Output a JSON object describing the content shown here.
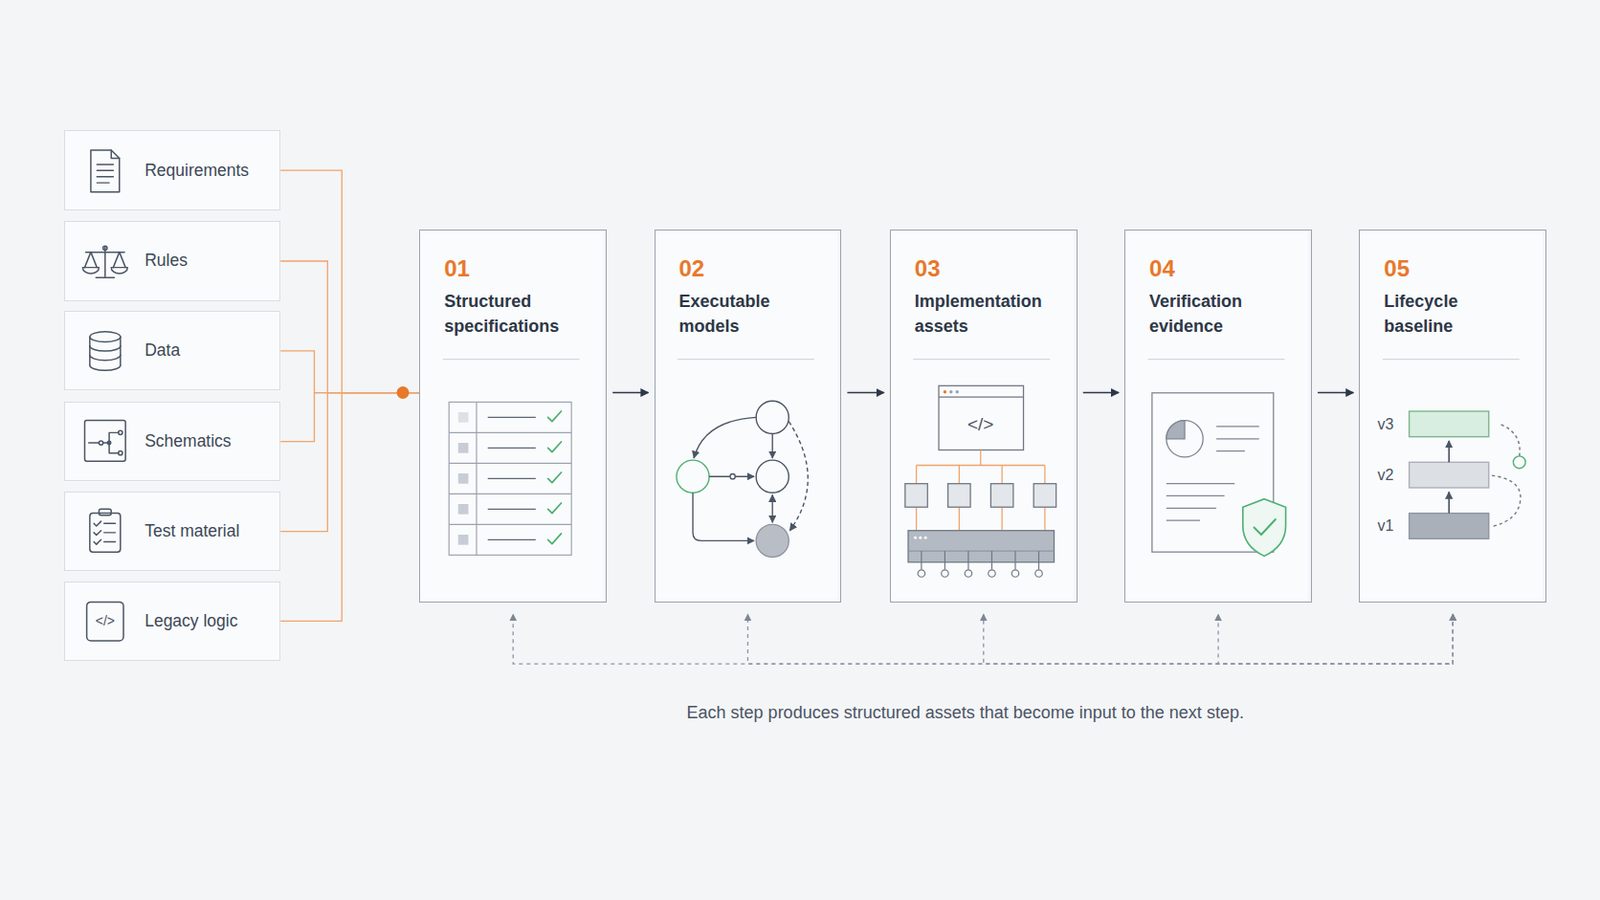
{
  "diagram": {
    "caption": "Each step produces structured assets that become input to the next step.",
    "nodes": [
      {
        "text": [
          "Requirements"
        ]
      },
      {
        "text": [
          "Rules"
        ]
      },
      {
        "text": [
          "Data"
        ]
      },
      {
        "text": [
          "Schematics"
        ]
      },
      {
        "text": [
          "Test material"
        ]
      },
      {
        "text": [
          "Legacy logic"
        ]
      },
      {
        "text": [
          "01",
          "Structured specifications"
        ]
      },
      {
        "text": [
          "02",
          "Executable models"
        ]
      },
      {
        "text": [
          "03",
          "Implementation assets"
        ]
      },
      {
        "text": [
          "04",
          "Verification evidence"
        ]
      },
      {
        "text": [
          "05",
          "Lifecycle baseline"
        ]
      }
    ],
    "edges": [
      {
        "from": 0,
        "to": 6,
        "arrow": "none"
      },
      {
        "from": 1,
        "to": 6,
        "arrow": "none"
      },
      {
        "from": 2,
        "to": 6,
        "arrow": "none"
      },
      {
        "from": 3,
        "to": 6,
        "arrow": "none"
      },
      {
        "from": 4,
        "to": 6,
        "arrow": "none"
      },
      {
        "from": 5,
        "to": 6,
        "arrow": "none"
      },
      {
        "from": 6,
        "to": 7,
        "arrow": "to"
      },
      {
        "from": 7,
        "to": 8,
        "arrow": "to"
      },
      {
        "from": 8,
        "to": 9,
        "arrow": "to"
      },
      {
        "from": 9,
        "to": 10,
        "arrow": "to"
      },
      {
        "from": 10,
        "to": 6,
        "arrow": "both"
      },
      {
        "from": 10,
        "to": 7,
        "arrow": "both"
      },
      {
        "from": 10,
        "to": 8,
        "arrow": "both"
      },
      {
        "from": 10,
        "to": 9,
        "arrow": "both"
      }
    ],
    "labels": [
      "</>",
      "</>",
      "v3",
      "v2",
      "v1"
    ]
  }
}
